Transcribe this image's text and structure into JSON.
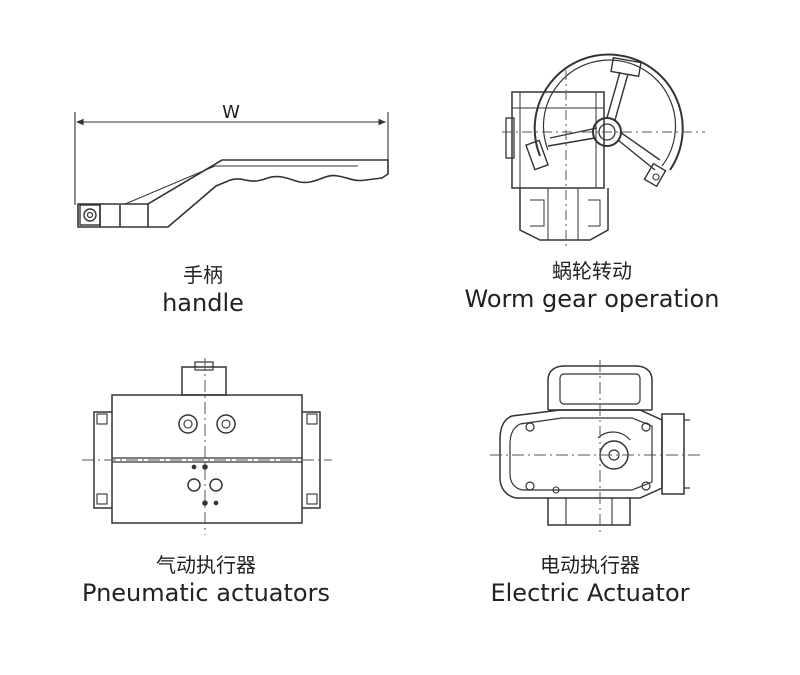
{
  "dimension": {
    "width_label": "W"
  },
  "items": [
    {
      "cn": "手柄",
      "en": "handle"
    },
    {
      "cn": "蜗轮转动",
      "en": "Worm gear operation"
    },
    {
      "cn": "气动执行器",
      "en": "Pneumatic actuators"
    },
    {
      "cn": "电动执行器",
      "en": "Electric Actuator"
    }
  ],
  "colors": {
    "line": "#333333",
    "centerline": "#555555"
  }
}
